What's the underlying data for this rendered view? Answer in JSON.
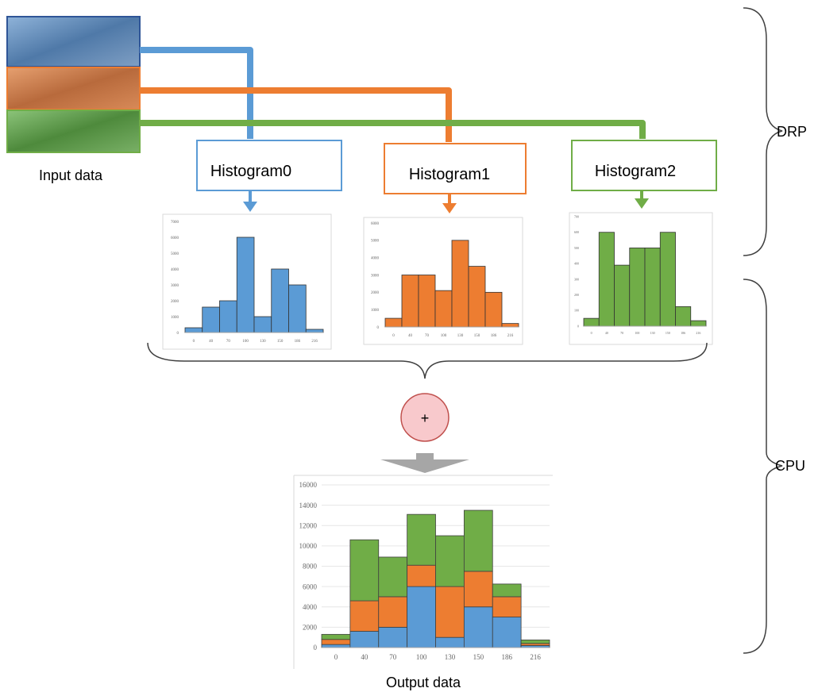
{
  "labels": {
    "input": "Input data",
    "output": "Output data",
    "drp": "DRP",
    "cpu": "CPU",
    "plus": "+"
  },
  "boxes": [
    {
      "label": "Histogram0",
      "color": "#5b9bd5"
    },
    {
      "label": "Histogram1",
      "color": "#ed7d31"
    },
    {
      "label": "Histogram2",
      "color": "#70ad47"
    }
  ],
  "colors": {
    "blue": "#5b9bd5",
    "orange": "#ed7d31",
    "green": "#70ad47",
    "plus_fill": "#f8c9cc",
    "plus_stroke": "#c0504d",
    "arrow_gray": "#a6a6a6"
  },
  "chart_data": [
    {
      "type": "bar",
      "categories": [
        "0",
        "40",
        "70",
        "100",
        "130",
        "150",
        "186",
        "216"
      ],
      "values": [
        300,
        1600,
        2000,
        6000,
        1000,
        4000,
        3000,
        200
      ],
      "yticks": [
        0,
        1000,
        2000,
        3000,
        4000,
        5000,
        6000,
        7000
      ],
      "ylim": [
        0,
        7000
      ]
    },
    {
      "type": "bar",
      "categories": [
        "0",
        "40",
        "70",
        "100",
        "130",
        "150",
        "186",
        "216"
      ],
      "values": [
        500,
        3000,
        3000,
        2100,
        5000,
        3500,
        2000,
        200
      ],
      "yticks": [
        0,
        1000,
        2000,
        3000,
        4000,
        5000,
        6000
      ],
      "ylim": [
        0,
        6000
      ]
    },
    {
      "type": "bar",
      "categories": [
        "0",
        "40",
        "70",
        "100",
        "130",
        "150",
        "186",
        "216"
      ],
      "values": [
        500,
        6000,
        3900,
        5000,
        5000,
        6000,
        1250,
        350
      ],
      "yticks": [
        0,
        100,
        200,
        300,
        400,
        500,
        600,
        700
      ],
      "ylim": [
        0,
        7000
      ]
    },
    {
      "type": "bar",
      "stacked": true,
      "categories": [
        "0",
        "40",
        "70",
        "100",
        "130",
        "150",
        "186",
        "216"
      ],
      "series": [
        {
          "values": [
            300,
            1600,
            2000,
            6000,
            1000,
            4000,
            3000,
            200
          ]
        },
        {
          "values": [
            500,
            3000,
            3000,
            2100,
            5000,
            3500,
            2000,
            200
          ]
        },
        {
          "values": [
            500,
            6000,
            3900,
            5000,
            5000,
            6000,
            1250,
            350
          ]
        }
      ],
      "yticks": [
        0,
        2000,
        4000,
        6000,
        8000,
        10000,
        12000,
        14000,
        16000
      ],
      "ylim": [
        0,
        16000
      ]
    }
  ]
}
